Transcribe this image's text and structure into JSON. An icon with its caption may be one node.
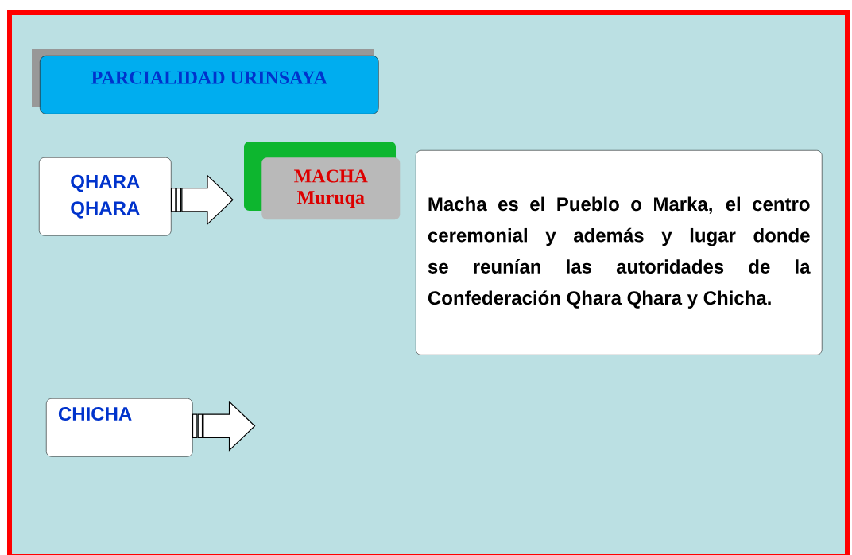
{
  "diagram": {
    "nodes": [
      {
        "text": [
          "PARCIALIDAD URINSAYA"
        ]
      },
      {
        "text": [
          "QHARA QHARA"
        ]
      },
      {
        "text": [
          "MACHA Muruqa"
        ]
      },
      {
        "text": [
          "Macha es el Pueblo o Marka, el centro ceremonial y además y lugar donde se reunían las autoridades de la Confederación Qhara Qhara y Chicha."
        ]
      },
      {
        "text": [
          "CHICHA"
        ]
      }
    ],
    "edges": [
      {
        "from": 1,
        "to": 2,
        "arrow": "to"
      },
      {
        "from": 4,
        "to": null,
        "arrow": "to"
      }
    ]
  }
}
